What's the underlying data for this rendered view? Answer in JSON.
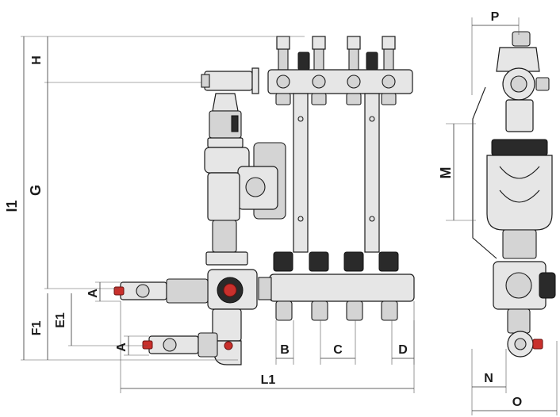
{
  "dimensions": {
    "H": "H",
    "G": "G",
    "I1": "I1",
    "A_upper": "A",
    "A_lower": "A",
    "F1": "F1",
    "E1": "E1",
    "B": "B",
    "C": "C",
    "D": "D",
    "L1": "L1",
    "P": "P",
    "M": "M",
    "N": "N",
    "O": "O"
  },
  "colors": {
    "ink": "#1a1a1a",
    "metal": "#e6e6e6",
    "valve_handle": "#c9302c",
    "background": "#ffffff"
  }
}
